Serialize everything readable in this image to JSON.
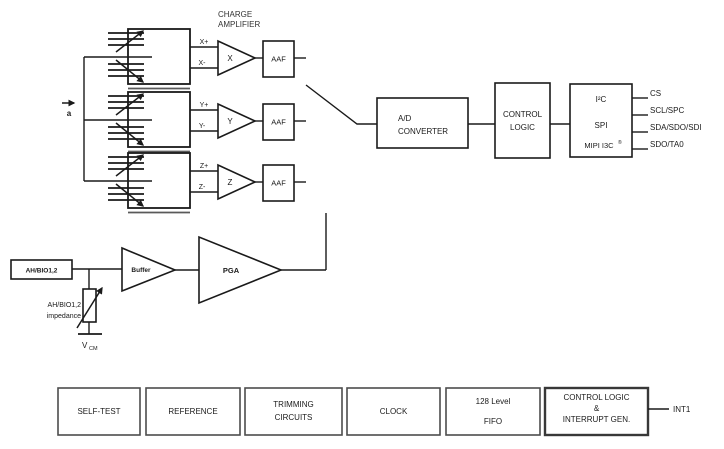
{
  "charge_amplifier_label": {
    "lines": [
      "CHARGE",
      "AMPLIFIER"
    ]
  },
  "acceleration_input": {
    "label": "a"
  },
  "sensor_rows": [
    {
      "axis": "X",
      "plus": "X+",
      "minus": "X-",
      "amp": "X",
      "filter": "AAF"
    },
    {
      "axis": "Y",
      "plus": "Y+",
      "minus": "Y-",
      "amp": "Y",
      "filter": "AAF"
    },
    {
      "axis": "Z",
      "plus": "Z+",
      "minus": "Z-",
      "amp": "Z",
      "filter": "AAF"
    }
  ],
  "adc": {
    "lines": [
      "A/D",
      "CONVERTER"
    ]
  },
  "control_logic": {
    "lines": [
      "CONTROL",
      "LOGIC"
    ]
  },
  "interface": {
    "protocols": [
      "I²C",
      "SPI",
      "MIPI I3C"
    ],
    "registered_mark": "®",
    "pins": [
      "CS",
      "SCL/SPC",
      "SDA/SDO/SDI",
      "SDO/TA0"
    ]
  },
  "analog_hub": {
    "input_label": "AH/BIO1,2",
    "buffer": "Buffer",
    "pga": "PGA",
    "impedance_label": {
      "lines": [
        "AH/BIO1,2",
        "impedance"
      ]
    },
    "vcm": {
      "base": "V",
      "sub": "CM"
    }
  },
  "bottom_blocks": [
    {
      "lines": [
        "SELF-TEST"
      ]
    },
    {
      "lines": [
        "REFERENCE"
      ]
    },
    {
      "lines": [
        "TRIMMING",
        "CIRCUITS"
      ]
    },
    {
      "lines": [
        "CLOCK"
      ]
    },
    {
      "lines": [
        "128 Level",
        "FIFO"
      ]
    },
    {
      "lines": [
        "CONTROL LOGIC",
        "&",
        "INTERRUPT GEN."
      ]
    }
  ],
  "interrupt_pin": "INT1",
  "colors": {
    "line": "#1a1a1a",
    "muted_line": "#5a5a5a",
    "background": "#ffffff"
  }
}
